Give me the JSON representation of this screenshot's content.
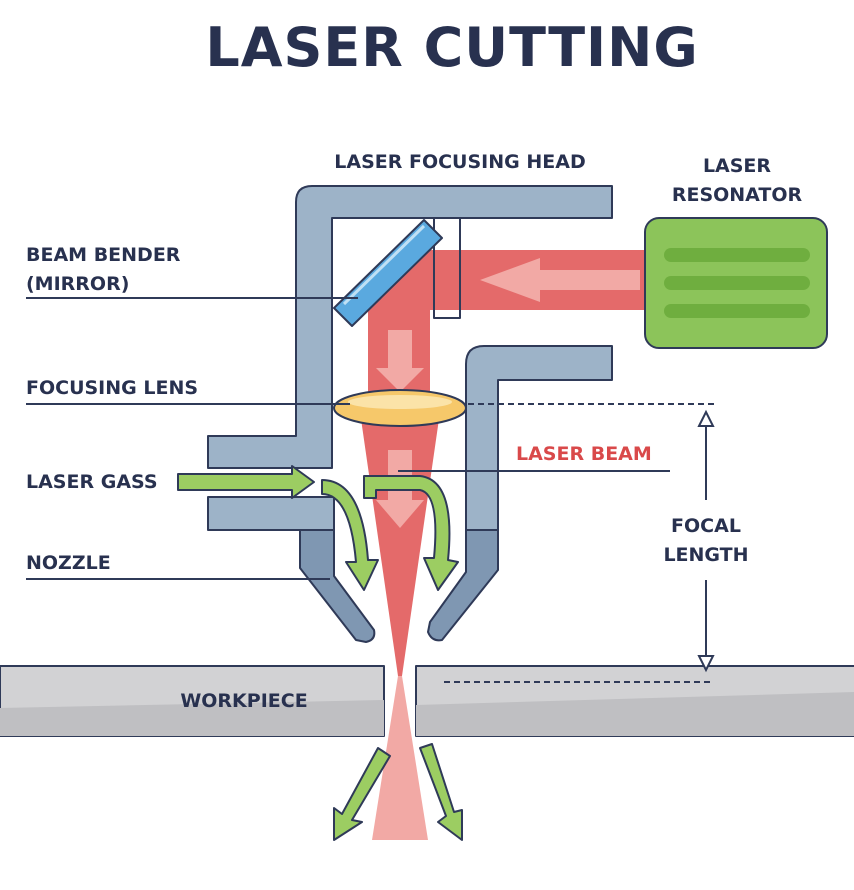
{
  "title": "LASER CUTTING",
  "labels": {
    "focusing_head": "LASER FOCUSING HEAD",
    "resonator_line1": "LASER",
    "resonator_line2": "RESONATOR",
    "beam_bender_line1": "BEAM BENDER",
    "beam_bender_line2": "(MIRROR)",
    "focusing_lens": "FOCUSING LENS",
    "laser_beam": "LASER BEAM",
    "laser_gass": "LASER GASS",
    "nozzle": "NOZZLE",
    "focal_line1": "FOCAL",
    "focal_line2": "LENGTH",
    "workpiece": "WORKPIECE"
  },
  "colors": {
    "title": "#28314f",
    "head_metal": "#9db3c8",
    "nozzle_metal": "#7f97b2",
    "laser": "#e46a6a",
    "laser_light": "#f2a9a5",
    "mirror": "#5aa9df",
    "lens": "#f6c86a",
    "resonator": "#8cc45a",
    "gas_arrow": "#9ccd62",
    "workpiece": "#cfcfd1",
    "laser_beam_label": "#d9494a"
  }
}
